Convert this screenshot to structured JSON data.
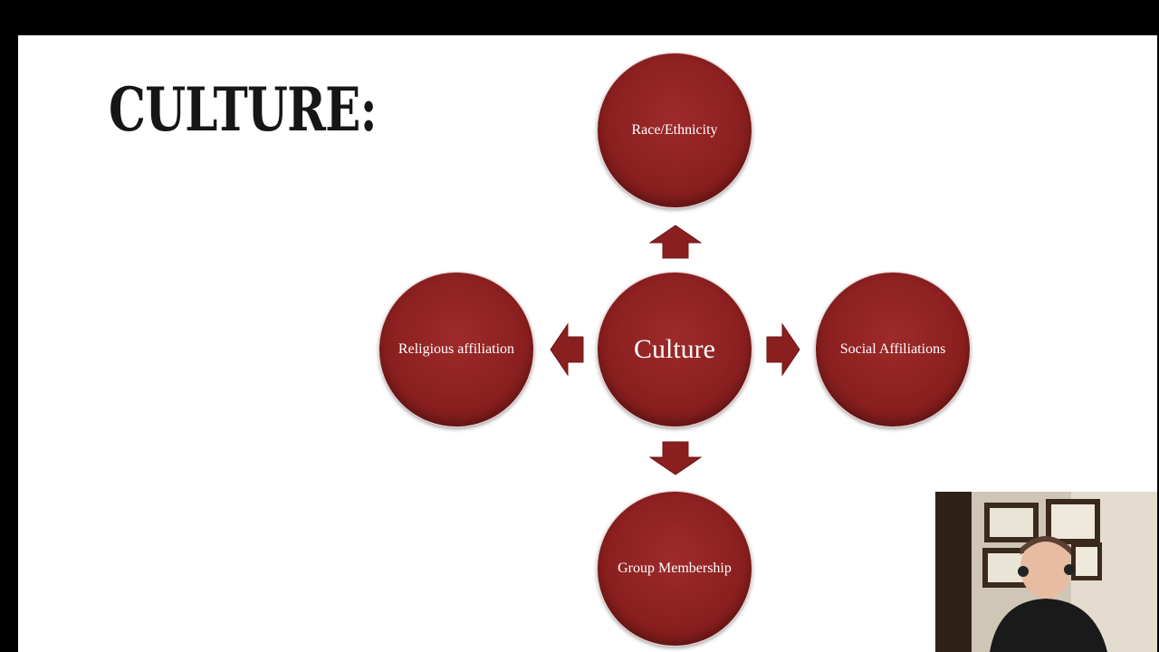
{
  "slide": {
    "title": "CULTURE:"
  },
  "diagram": {
    "center": "Culture",
    "top": "Race/Ethnicity",
    "left": "Religious affiliation",
    "right": "Social Affiliations",
    "bottom": "Group Membership"
  },
  "colors": {
    "node_fill": "#8a1f1f",
    "arrow_fill": "#8a1f1f",
    "slide_bg": "#ffffff",
    "frame_bg": "#000000"
  }
}
